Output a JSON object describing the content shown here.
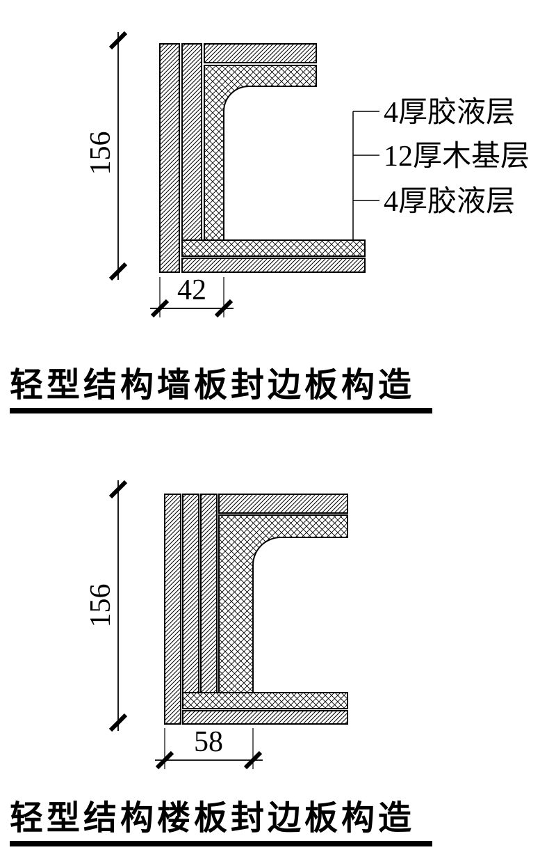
{
  "colors": {
    "ink": "#000000",
    "paper": "#ffffff"
  },
  "wall_detail": {
    "height_dim": "156",
    "width_dim": "42",
    "callouts": [
      "4厚胶液层",
      "12厚木基层",
      "4厚胶液层"
    ],
    "title": "轻型结构墙板封边板构造"
  },
  "floor_detail": {
    "height_dim": "156",
    "width_dim": "58",
    "title": "轻型结构楼板封边板构造"
  }
}
